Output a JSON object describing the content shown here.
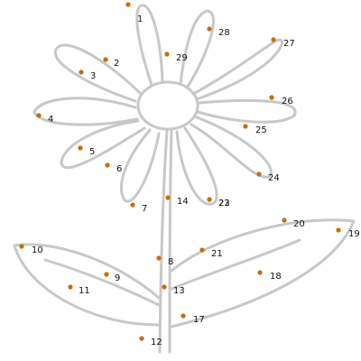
{
  "puzzle": {
    "dot_color": "#c86a10",
    "outline_color": "#c8c8c8",
    "label_color": "#111111",
    "dots": [
      {
        "n": "1"
      },
      {
        "n": "2"
      },
      {
        "n": "3"
      },
      {
        "n": "4"
      },
      {
        "n": "5"
      },
      {
        "n": "6"
      },
      {
        "n": "7"
      },
      {
        "n": "8"
      },
      {
        "n": "9"
      },
      {
        "n": "10"
      },
      {
        "n": "11"
      },
      {
        "n": "12"
      },
      {
        "n": "13"
      },
      {
        "n": "14"
      },
      {
        "n": "17"
      },
      {
        "n": "18"
      },
      {
        "n": "19"
      },
      {
        "n": "20"
      },
      {
        "n": "21"
      },
      {
        "n": "22"
      },
      {
        "n": "23"
      },
      {
        "n": "24"
      },
      {
        "n": "25"
      },
      {
        "n": "26"
      },
      {
        "n": "27"
      },
      {
        "n": "28"
      },
      {
        "n": "29"
      }
    ]
  }
}
